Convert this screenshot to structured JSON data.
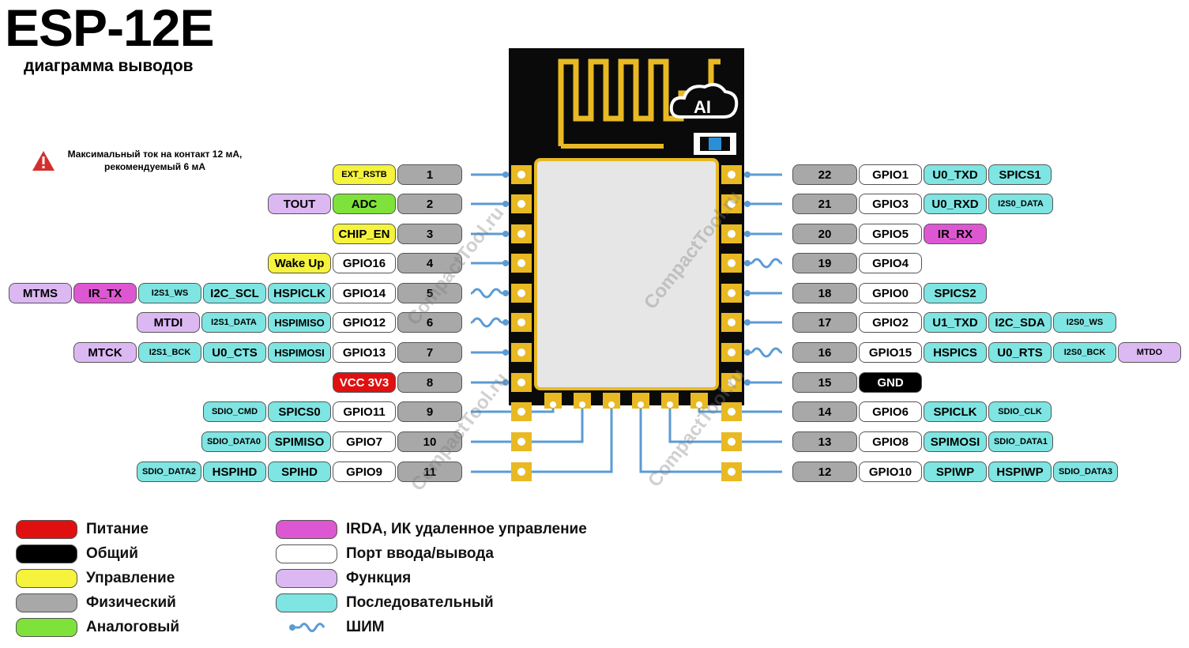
{
  "title": "ESP-12E",
  "subtitle": "диаграмма выводов",
  "warning": "Максимальный ток на контакт 12 мА, рекомендуемый 6 мА",
  "watermark": "CompactTool.ru",
  "chip_logo": "AI",
  "colors": {
    "power": "#e01010",
    "gnd": "#000000",
    "ctrl": "#f5f33c",
    "phys": "#a8a8a8",
    "analog": "#7fe23a",
    "irda": "#de57d2",
    "io": "#ffffff",
    "func": "#dcb8f3",
    "serial": "#7ee5e2",
    "line": "#5b9bd5",
    "antenna": "#e8b923"
  },
  "left_pins": [
    {
      "num": "1",
      "labels": [
        {
          "t": "EXT_RSTB",
          "c": "ctrl"
        }
      ]
    },
    {
      "num": "2",
      "labels": [
        {
          "t": "ADC",
          "c": "analog"
        },
        {
          "t": "TOUT",
          "c": "func"
        }
      ]
    },
    {
      "num": "3",
      "labels": [
        {
          "t": "CHIP_EN",
          "c": "ctrl"
        }
      ]
    },
    {
      "num": "4",
      "labels": [
        {
          "t": "GPIO16",
          "c": "io"
        },
        {
          "t": "Wake Up",
          "c": "ctrl"
        }
      ]
    },
    {
      "num": "5",
      "pwm": true,
      "labels": [
        {
          "t": "GPIO14",
          "c": "io"
        },
        {
          "t": "HSPICLK",
          "c": "serial"
        },
        {
          "t": "I2C_SCL",
          "c": "serial"
        },
        {
          "t": "I2S1_WS",
          "c": "serial"
        },
        {
          "t": "IR_TX",
          "c": "irda"
        },
        {
          "t": "MTMS",
          "c": "func"
        }
      ]
    },
    {
      "num": "6",
      "pwm": true,
      "labels": [
        {
          "t": "GPIO12",
          "c": "io"
        },
        {
          "t": "HSPIMISO",
          "c": "serial"
        },
        {
          "t": "I2S1_DATA",
          "c": "serial"
        },
        {
          "t": "MTDI",
          "c": "func"
        }
      ]
    },
    {
      "num": "7",
      "labels": [
        {
          "t": "GPIO13",
          "c": "io"
        },
        {
          "t": "HSPIMOSI",
          "c": "serial"
        },
        {
          "t": "U0_CTS",
          "c": "serial"
        },
        {
          "t": "I2S1_BCK",
          "c": "serial"
        },
        {
          "t": "MTCK",
          "c": "func"
        }
      ]
    },
    {
      "num": "8",
      "labels": [
        {
          "t": "VCC 3V3",
          "c": "power"
        }
      ]
    },
    {
      "num": "9",
      "labels": [
        {
          "t": "GPIO11",
          "c": "io"
        },
        {
          "t": "SPICS0",
          "c": "serial"
        },
        {
          "t": "SDIO_CMD",
          "c": "serial"
        }
      ]
    },
    {
      "num": "10",
      "labels": [
        {
          "t": "GPIO7",
          "c": "io"
        },
        {
          "t": "SPIMISO",
          "c": "serial"
        },
        {
          "t": "SDIO_DATA0",
          "c": "serial"
        }
      ]
    },
    {
      "num": "11",
      "labels": [
        {
          "t": "GPIO9",
          "c": "io"
        },
        {
          "t": "SPIHD",
          "c": "serial"
        },
        {
          "t": "HSPIHD",
          "c": "serial"
        },
        {
          "t": "SDIO_DATA2",
          "c": "serial"
        }
      ]
    }
  ],
  "right_pins": [
    {
      "num": "22",
      "labels": [
        {
          "t": "GPIO1",
          "c": "io"
        },
        {
          "t": "U0_TXD",
          "c": "serial"
        },
        {
          "t": "SPICS1",
          "c": "serial"
        }
      ]
    },
    {
      "num": "21",
      "labels": [
        {
          "t": "GPIO3",
          "c": "io"
        },
        {
          "t": "U0_RXD",
          "c": "serial"
        },
        {
          "t": "I2S0_DATA",
          "c": "serial"
        }
      ]
    },
    {
      "num": "20",
      "labels": [
        {
          "t": "GPIO5",
          "c": "io"
        },
        {
          "t": "IR_RX",
          "c": "irda"
        }
      ]
    },
    {
      "num": "19",
      "pwm": true,
      "labels": [
        {
          "t": "GPIO4",
          "c": "io"
        }
      ]
    },
    {
      "num": "18",
      "labels": [
        {
          "t": "GPIO0",
          "c": "io"
        },
        {
          "t": "SPICS2",
          "c": "serial"
        }
      ]
    },
    {
      "num": "17",
      "labels": [
        {
          "t": "GPIO2",
          "c": "io"
        },
        {
          "t": "U1_TXD",
          "c": "serial"
        },
        {
          "t": "I2C_SDA",
          "c": "serial"
        },
        {
          "t": "I2S0_WS",
          "c": "serial"
        }
      ]
    },
    {
      "num": "16",
      "pwm": true,
      "labels": [
        {
          "t": "GPIO15",
          "c": "io"
        },
        {
          "t": "HSPICS",
          "c": "serial"
        },
        {
          "t": "U0_RTS",
          "c": "serial"
        },
        {
          "t": "I2S0_BCK",
          "c": "serial"
        },
        {
          "t": "MTDO",
          "c": "func"
        }
      ]
    },
    {
      "num": "15",
      "labels": [
        {
          "t": "GND",
          "c": "gnd"
        }
      ]
    },
    {
      "num": "14",
      "labels": [
        {
          "t": "GPIO6",
          "c": "io"
        },
        {
          "t": "SPICLK",
          "c": "serial"
        },
        {
          "t": "SDIO_CLK",
          "c": "serial"
        }
      ]
    },
    {
      "num": "13",
      "labels": [
        {
          "t": "GPIO8",
          "c": "io"
        },
        {
          "t": "SPIMOSI",
          "c": "serial"
        },
        {
          "t": "SDIO_DATA1",
          "c": "serial"
        }
      ]
    },
    {
      "num": "12",
      "labels": [
        {
          "t": "GPIO10",
          "c": "io"
        },
        {
          "t": "SPIWP",
          "c": "serial"
        },
        {
          "t": "HSPIWP",
          "c": "serial"
        },
        {
          "t": "SDIO_DATA3",
          "c": "serial"
        }
      ]
    }
  ],
  "legend": [
    {
      "label": "Питание",
      "c": "power"
    },
    {
      "label": "Общий",
      "c": "gnd"
    },
    {
      "label": "Управление",
      "c": "ctrl"
    },
    {
      "label": "Физический",
      "c": "phys"
    },
    {
      "label": "Аналоговый",
      "c": "analog"
    },
    {
      "label": "IRDA, ИК удаленное управление",
      "c": "irda"
    },
    {
      "label": "Порт ввода/вывода",
      "c": "io"
    },
    {
      "label": "Функция",
      "c": "func"
    },
    {
      "label": "Последовательный",
      "c": "serial"
    },
    {
      "label": "ШИМ",
      "c": "pwm"
    }
  ]
}
